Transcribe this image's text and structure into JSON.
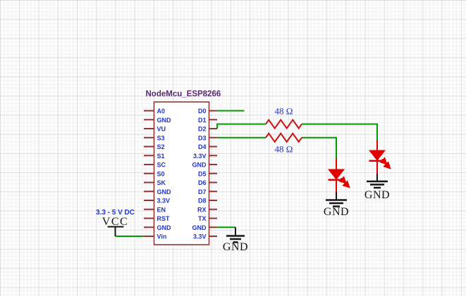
{
  "schematic": {
    "component": {
      "name": "NodeMcu_ESP8266",
      "pins_left": [
        "A0",
        "GND",
        "VU",
        "S3",
        "S2",
        "S1",
        "SC",
        "S0",
        "SK",
        "GND",
        "3.3V",
        "EN",
        "RST",
        "GND",
        "Vin"
      ],
      "pins_right": [
        "D0",
        "D1",
        "D2",
        "D3",
        "D4",
        "3.3V",
        "GND",
        "D5",
        "D6",
        "D7",
        "D8",
        "RX",
        "TX",
        "GND",
        "3.3V"
      ]
    },
    "resistors": [
      {
        "value": "48 Ω"
      },
      {
        "value": "48 Ω"
      }
    ],
    "power": {
      "vcc_label": "VCC",
      "vcc_note": "3.3 - 5 V DC",
      "gnd_labels": [
        "GND",
        "GND",
        "GND"
      ]
    },
    "colors": {
      "wire": "#009b00",
      "stub": "#993333",
      "outline": "#8e3a3a",
      "red": "#cc1414",
      "ledred": "#e00000",
      "blue": "#2233cc",
      "purple": "#5c2a72",
      "black": "#151515"
    }
  }
}
